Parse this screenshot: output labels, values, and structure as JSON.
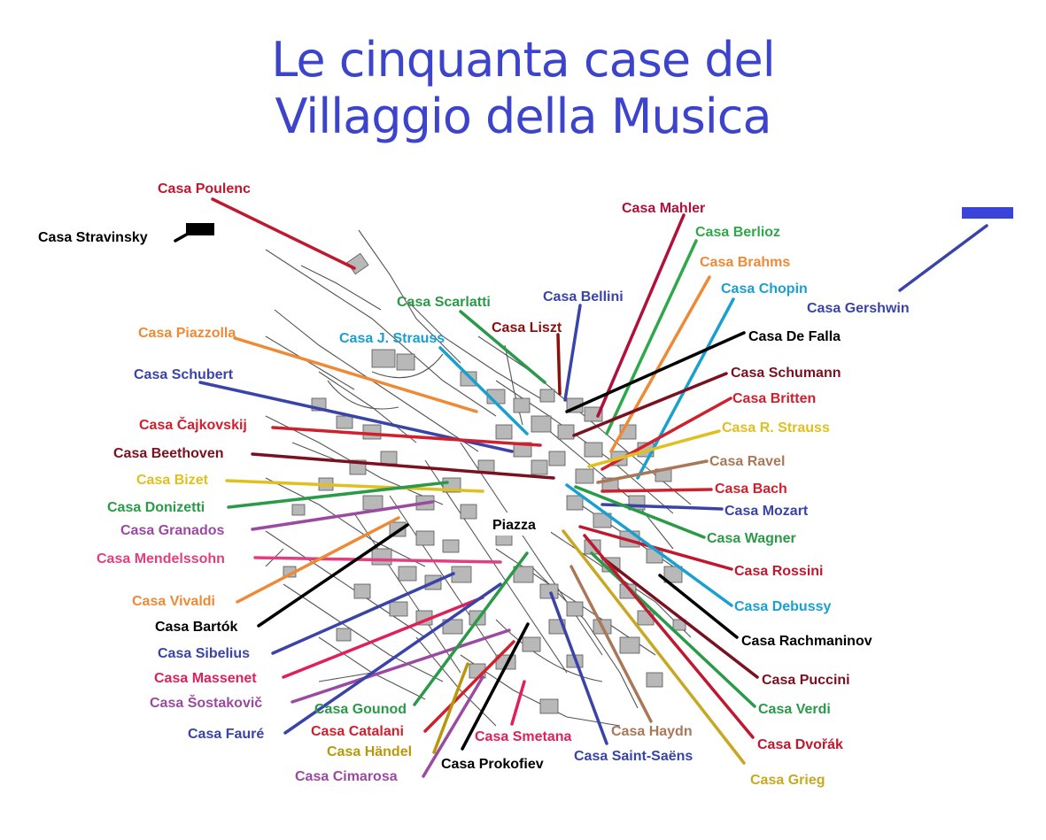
{
  "title": {
    "line1": "Le cinquanta case del",
    "line2": "Villaggio della Musica"
  },
  "map": {
    "center_label": "Piazza",
    "title_color": "#3c44cc"
  },
  "houses": [
    {
      "name": "Casa Poulenc",
      "color": "#c0182f"
    },
    {
      "name": "Casa Stravinsky",
      "color": "#000000"
    },
    {
      "name": "Casa Mahler",
      "color": "#b0103a"
    },
    {
      "name": "Casa Berlioz",
      "color": "#2ea84a"
    },
    {
      "name": "Casa Brahms",
      "color": "#ee8a36"
    },
    {
      "name": "Casa Chopin",
      "color": "#1aa0d0"
    },
    {
      "name": "Casa Gershwin",
      "color": "#3a44a8"
    },
    {
      "name": "Casa Scarlatti",
      "color": "#2a9a48"
    },
    {
      "name": "Casa Bellini",
      "color": "#3a44a8"
    },
    {
      "name": "Casa Liszt",
      "color": "#8a1010"
    },
    {
      "name": "Casa J. Strauss",
      "color": "#1aa0d0"
    },
    {
      "name": "Casa De Falla",
      "color": "#000000"
    },
    {
      "name": "Casa Piazzolla",
      "color": "#ee8a36"
    },
    {
      "name": "Casa Schumann",
      "color": "#7a1020"
    },
    {
      "name": "Casa Schubert",
      "color": "#3a44a8"
    },
    {
      "name": "Casa Britten",
      "color": "#d0202e"
    },
    {
      "name": "Casa Čajkovskij",
      "color": "#d0202e"
    },
    {
      "name": "Casa R. Strauss",
      "color": "#e0c020"
    },
    {
      "name": "Casa Beethoven",
      "color": "#7a1020"
    },
    {
      "name": "Casa Ravel",
      "color": "#a87858"
    },
    {
      "name": "Casa Bizet",
      "color": "#e0c020"
    },
    {
      "name": "Casa Bach",
      "color": "#d0202e"
    },
    {
      "name": "Casa Donizetti",
      "color": "#2a9a48"
    },
    {
      "name": "Casa Mozart",
      "color": "#3a44a8"
    },
    {
      "name": "Casa Granados",
      "color": "#9a4aa0"
    },
    {
      "name": "Casa Wagner",
      "color": "#2a9a48"
    },
    {
      "name": "Casa Mendelssohn",
      "color": "#e04080"
    },
    {
      "name": "Casa Rossini",
      "color": "#c0182f"
    },
    {
      "name": "Casa Vivaldi",
      "color": "#ee8a36"
    },
    {
      "name": "Casa Debussy",
      "color": "#1aa0d0"
    },
    {
      "name": "Casa Bartók",
      "color": "#000000"
    },
    {
      "name": "Casa Rachmaninov",
      "color": "#000000"
    },
    {
      "name": "Casa Sibelius",
      "color": "#3a44a8"
    },
    {
      "name": "Casa Massenet",
      "color": "#e0205a"
    },
    {
      "name": "Casa Puccini",
      "color": "#7a1020"
    },
    {
      "name": "Casa Šostakovič",
      "color": "#9a4aa0"
    },
    {
      "name": "Casa Verdi",
      "color": "#2a9a48"
    },
    {
      "name": "Casa Gounod",
      "color": "#2a9a48"
    },
    {
      "name": "Casa Fauré",
      "color": "#3a44a8"
    },
    {
      "name": "Casa Catalani",
      "color": "#d0202e"
    },
    {
      "name": "Casa Smetana",
      "color": "#e0205a"
    },
    {
      "name": "Casa Haydn",
      "color": "#a87858"
    },
    {
      "name": "Casa Dvořák",
      "color": "#c0182f"
    },
    {
      "name": "Casa Händel",
      "color": "#b8980a"
    },
    {
      "name": "Casa Saint-Saëns",
      "color": "#3a44a8"
    },
    {
      "name": "Casa Prokofiev",
      "color": "#000000"
    },
    {
      "name": "Casa Cimarosa",
      "color": "#9a4aa0"
    },
    {
      "name": "Casa Grieg",
      "color": "#c8a822"
    }
  ]
}
